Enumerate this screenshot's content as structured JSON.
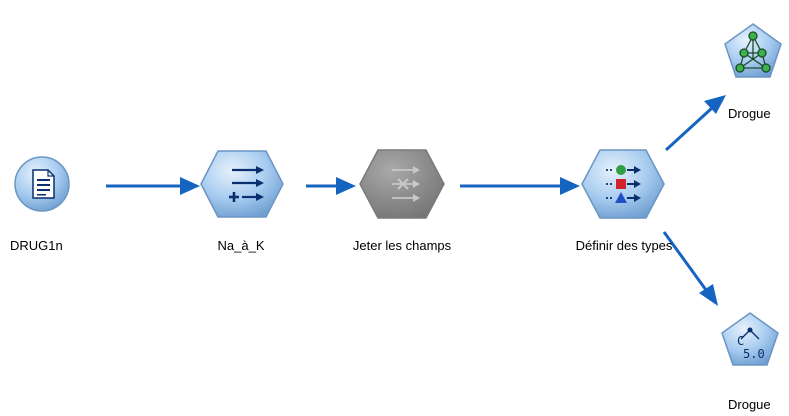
{
  "colors": {
    "arrow": "#1565c0",
    "node_fill": "#9dc3ea",
    "node_fill_light": "#d3e6f8",
    "node_stroke": "#6b95c2",
    "disabled_fill": "#8a8a8a",
    "icon_dark": "#0a2f6e",
    "icon_green": "#2e9e3f",
    "icon_red": "#d0232a",
    "icon_blue": "#1f4fc4"
  },
  "nodes": {
    "source": {
      "label": "DRUG1n",
      "icon": "file-icon"
    },
    "derive": {
      "label": "Na_à_K",
      "icon": "derive-icon"
    },
    "filter": {
      "label": "Jeter les champs",
      "icon": "filter-icon",
      "disabled": true
    },
    "type": {
      "label": "Définir des types",
      "icon": "type-icon"
    },
    "neural": {
      "label": "Drogue",
      "icon": "neural-net-icon"
    },
    "c50": {
      "label": "Drogue",
      "icon": "c50-icon",
      "badge": "5.0"
    }
  }
}
